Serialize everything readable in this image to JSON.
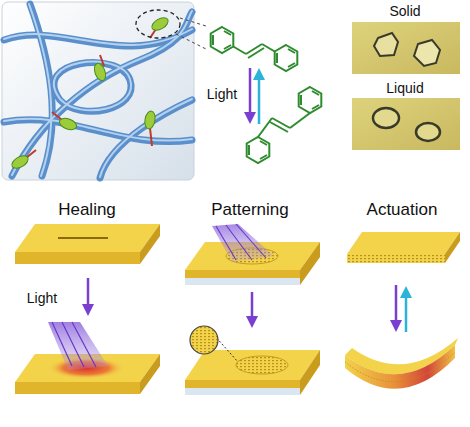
{
  "diagram": {
    "labels": [
      "Solid",
      "Light",
      "Liquid",
      "Healing",
      "Patterning",
      "Actuation",
      "Light"
    ]
  }
}
